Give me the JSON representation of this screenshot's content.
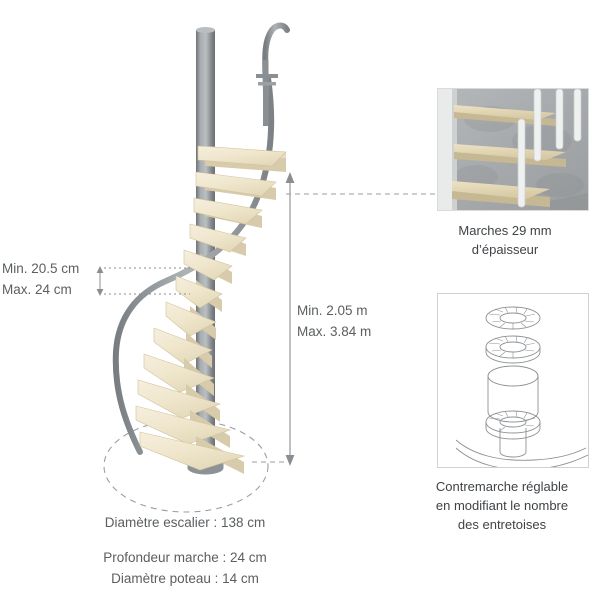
{
  "product": {
    "type": "spiral-staircase-diagram",
    "language": "fr"
  },
  "dimensions": {
    "riser_min_label": "Min. 20.5 cm",
    "riser_max_label": "Max. 24 cm",
    "height_min_label": "Min. 2.05 m",
    "height_max_label": "Max. 3.84 m",
    "diameter_label": "Diamètre escalier : 138 cm",
    "tread_depth_label": "Profondeur marche : 24 cm",
    "pole_diameter_label": "Diamètre poteau  : 14 cm"
  },
  "insets": {
    "steps": {
      "caption_line1": "Marches 29 mm",
      "caption_line2": "d’épaisseur"
    },
    "riser": {
      "caption_line1": "Contremarche réglable",
      "caption_line2": "en modifiant le nombre",
      "caption_line3": "des entretoises"
    }
  },
  "colors": {
    "background": "#ffffff",
    "text": "#5b5f62",
    "caption_text": "#3f4346",
    "metal_gray": "#8e9295",
    "metal_gray_dark": "#70757a",
    "metal_gray_light": "#a9aeb1",
    "tread_cream": "#efe6cd",
    "tread_cream_shadow": "#ddd0ad",
    "tread_edge": "#c9bc97",
    "dimension_line": "#8a8e91",
    "panel_border": "#cfd2d4"
  }
}
